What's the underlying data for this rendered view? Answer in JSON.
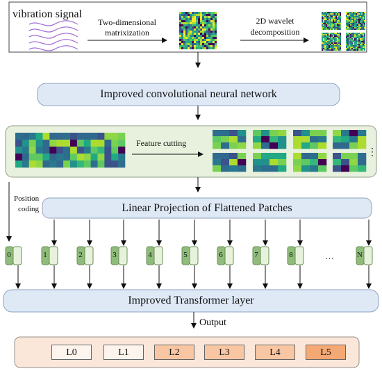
{
  "top_panel": {
    "signal_label": "vibration signal",
    "step1_label_line1": "Two-dimensional",
    "step1_label_line2": "matrixization",
    "step2_label_line1": "2D wavelet",
    "step2_label_line2": "decomposition"
  },
  "cnn": {
    "label": "Improved convolutional neural network"
  },
  "feature": {
    "cut_label": "Feature cutting",
    "more_symbol": "⋮"
  },
  "position": {
    "label_line1": "Position",
    "label_line2": "coding"
  },
  "projection": {
    "label": "Linear Projection of Flattened Patches"
  },
  "tokens": {
    "labels": [
      "0",
      "1",
      "2",
      "3",
      "4",
      "5",
      "6",
      "7",
      "8",
      "N"
    ],
    "ellipsis": "…"
  },
  "transformer": {
    "label": "Improved Transformer layer"
  },
  "output": {
    "label": "Output",
    "boxes": [
      "L0",
      "L1",
      "L2",
      "L3",
      "L4",
      "L5"
    ]
  },
  "colors": {
    "box_blue": "#dfe9f6",
    "box_border": "#8ea2bd",
    "feature_panel": "#e8f1dd",
    "token_dark": "#8fbc7a",
    "token_light": "#e7f2dc",
    "output_panel": "#fbe7d9",
    "output_light": "#fdf4ee",
    "output_dark": "#f6b58a"
  }
}
